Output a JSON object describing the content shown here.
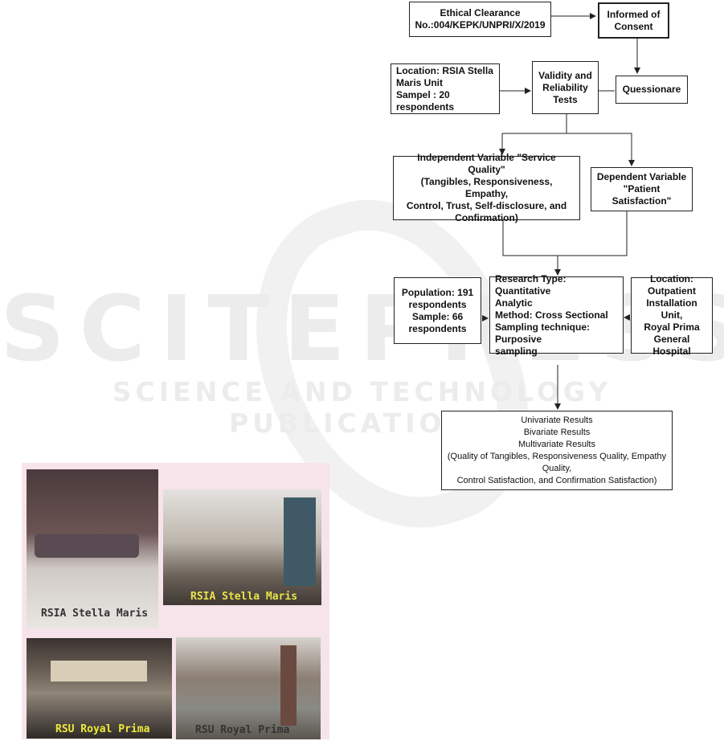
{
  "watermark": {
    "main": "SCITEPRESS",
    "sub": "SCIENCE AND TECHNOLOGY PUBLICATIONS"
  },
  "flowchart": {
    "ethical_clearance": "Ethical Clearance\nNo.:004/KEPK/UNPRI/X/2019",
    "informed_consent": "Informed of\nConsent",
    "location_stella": "Location: RSIA Stella\nMaris Unit\nSampel : 20 respondents",
    "validity_tests": "Validity and\nReliability\nTests",
    "questionnaire": "Quessionare",
    "independent_variable": "Independent Variable \"Service Quality\"\n(Tangibles, Responsiveness, Empathy,\nControl, Trust, Self-disclosure, and\nConfirmation)",
    "dependent_variable": "Dependent Variable\n\"Patient  Satisfaction\"",
    "population": "Population: 191\nrespondents\nSample: 66\nrespondents",
    "research_type": "Research Type: Quantitative\nAnalytic\nMethod: Cross Sectional\nSampling technique: Purposive\nsampling",
    "location_royal": "Location:\nOutpatient\nInstallation Unit,\nRoyal Prima\nGeneral Hospital",
    "results": "Univariate Results\nBivariate Results\nMultivariate Results\n(Quality of Tangibles, Responsiveness Quality, Empathy Quality,\nControl Satisfaction, and Confirmation Satisfaction)"
  },
  "photos": {
    "stella_label_1": "RSIA Stella Maris",
    "stella_label_2": "RSIA Stella Maris",
    "royal_label_1": "RSU Royal Prima",
    "royal_label_2": "RSU Royal Prima"
  },
  "colors": {
    "stella_caption_yellow": "#e8e34a",
    "royal_caption_yellow": "#eeea3a",
    "stella_caption_dark": "#333333"
  }
}
